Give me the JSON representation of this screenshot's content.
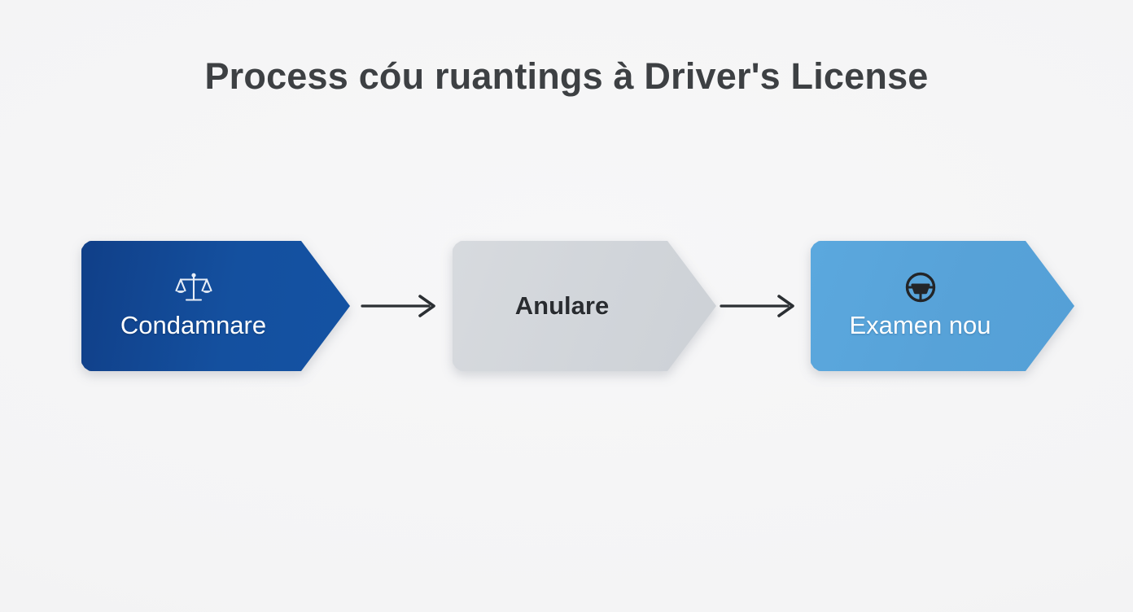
{
  "page": {
    "title": "Process cóu ruantings à Driver's License",
    "background_color": "#f5f5f6",
    "title_color": "#3d4043"
  },
  "flow": {
    "type": "process-flow",
    "direction": "left-to-right",
    "steps": [
      {
        "id": "step-1",
        "label": "Condamnare",
        "icon": "balance-scale-icon",
        "fill_color": "#14509f",
        "text_color": "#ffffff",
        "shape": "chevron"
      },
      {
        "id": "step-2",
        "label": "Anulare",
        "icon": null,
        "fill_color": "#d1d5da",
        "text_color": "#292c30",
        "shape": "chevron"
      },
      {
        "id": "step-3",
        "label": "Examen nou",
        "icon": "steering-wheel-icon",
        "fill_color": "#57a2d8",
        "text_color": "#ffffff",
        "shape": "chevron"
      }
    ],
    "connectors": [
      {
        "id": "arrow-1",
        "from": "step-1",
        "to": "step-2",
        "icon": "arrow-right-icon",
        "color": "#2b2f33"
      },
      {
        "id": "arrow-2",
        "from": "step-2",
        "to": "step-3",
        "icon": "arrow-right-icon",
        "color": "#2b2f33"
      }
    ]
  }
}
